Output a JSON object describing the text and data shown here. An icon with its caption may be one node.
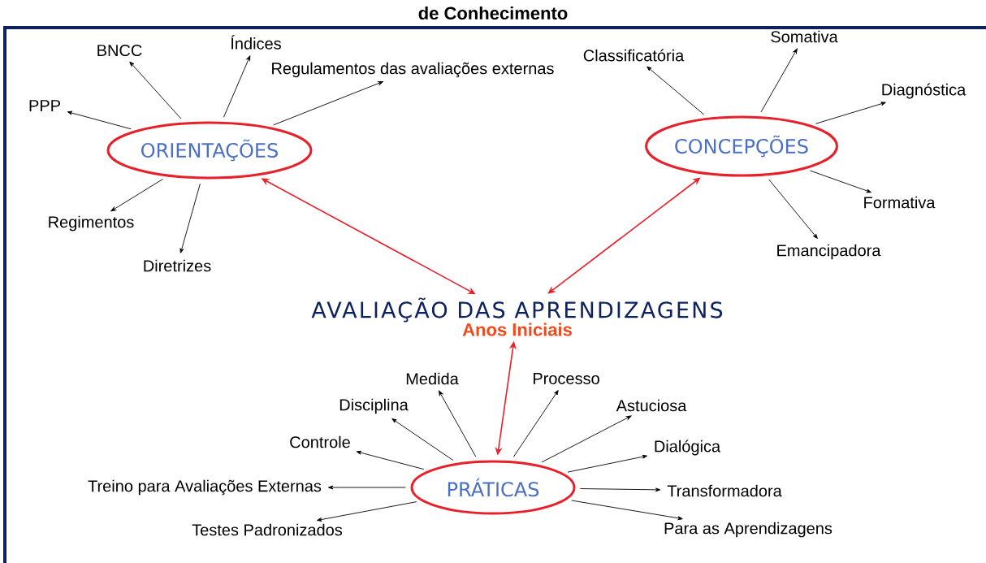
{
  "diagram": {
    "title": "de Conhecimento",
    "nodes": [
      {
        "text": [
          "ORIENTAÇÕES"
        ]
      },
      {
        "text": [
          "CONCEPÇÕES"
        ]
      },
      {
        "text": [
          "AVALIAÇÃO DAS APRENDIZAGENS",
          "Anos Iniciais"
        ]
      },
      {
        "text": [
          "PRÁTICAS"
        ]
      },
      {
        "text": [
          "PPP"
        ]
      },
      {
        "text": [
          "BNCC"
        ]
      },
      {
        "text": [
          "Índices"
        ]
      },
      {
        "text": [
          "Regulamentos das avaliações externas"
        ]
      },
      {
        "text": [
          "Regimentos"
        ]
      },
      {
        "text": [
          "Diretrizes"
        ]
      },
      {
        "text": [
          "Classificatória"
        ]
      },
      {
        "text": [
          "Somativa"
        ]
      },
      {
        "text": [
          "Diagnóstica"
        ]
      },
      {
        "text": [
          "Formativa"
        ]
      },
      {
        "text": [
          "Emancipadora"
        ]
      },
      {
        "text": [
          "Medida"
        ]
      },
      {
        "text": [
          "Processo"
        ]
      },
      {
        "text": [
          "Disciplina"
        ]
      },
      {
        "text": [
          "Astuciosa"
        ]
      },
      {
        "text": [
          "Controle"
        ]
      },
      {
        "text": [
          "Dialógica"
        ]
      },
      {
        "text": [
          "Treino para Avaliações Externas"
        ]
      },
      {
        "text": [
          "Transformadora"
        ]
      },
      {
        "text": [
          "Testes Padronizados"
        ]
      },
      {
        "text": [
          "Para as Aprendizagens"
        ]
      }
    ],
    "edges": [
      {
        "from": 0,
        "to": 2,
        "arrow": "both",
        "color": "#e8202a"
      },
      {
        "from": 1,
        "to": 2,
        "arrow": "both",
        "color": "#e8202a"
      },
      {
        "from": 3,
        "to": 2,
        "arrow": "both",
        "color": "#e8202a"
      },
      {
        "from": 0,
        "to": 4,
        "arrow": "to"
      },
      {
        "from": 0,
        "to": 5,
        "arrow": "to"
      },
      {
        "from": 0,
        "to": 6,
        "arrow": "to"
      },
      {
        "from": 0,
        "to": 7,
        "arrow": "to"
      },
      {
        "from": 0,
        "to": 8,
        "arrow": "to"
      },
      {
        "from": 0,
        "to": 9,
        "arrow": "to"
      },
      {
        "from": 1,
        "to": 10,
        "arrow": "to"
      },
      {
        "from": 1,
        "to": 11,
        "arrow": "to"
      },
      {
        "from": 1,
        "to": 12,
        "arrow": "to"
      },
      {
        "from": 1,
        "to": 13,
        "arrow": "to"
      },
      {
        "from": 1,
        "to": 14,
        "arrow": "to"
      },
      {
        "from": 3,
        "to": 15,
        "arrow": "to"
      },
      {
        "from": 3,
        "to": 16,
        "arrow": "to"
      },
      {
        "from": 3,
        "to": 17,
        "arrow": "to"
      },
      {
        "from": 3,
        "to": 18,
        "arrow": "to"
      },
      {
        "from": 3,
        "to": 19,
        "arrow": "to"
      },
      {
        "from": 3,
        "to": 20,
        "arrow": "to"
      },
      {
        "from": 3,
        "to": 21,
        "arrow": "to"
      },
      {
        "from": 3,
        "to": 22,
        "arrow": "to"
      },
      {
        "from": 3,
        "to": 23,
        "arrow": "to"
      },
      {
        "from": 3,
        "to": 24,
        "arrow": "to"
      }
    ]
  }
}
